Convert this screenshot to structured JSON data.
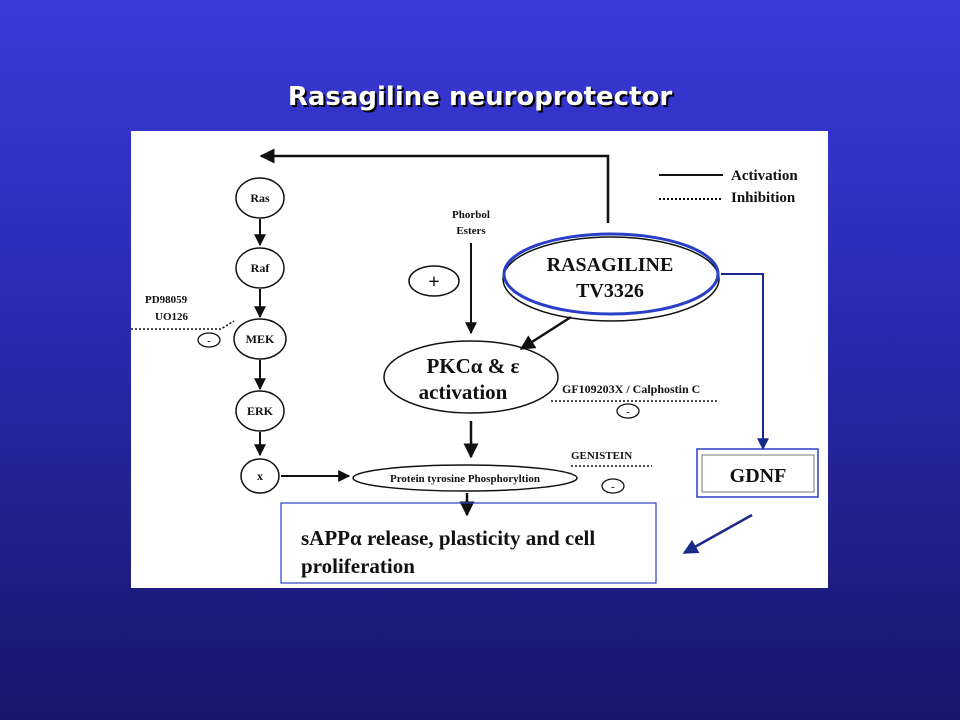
{
  "slide": {
    "title": "Rasagiline neuroprotector"
  },
  "legend": {
    "activation": "Activation",
    "inhibition": "Inhibition"
  },
  "mapk_nodes": [
    "Ras",
    "Raf",
    "MEK",
    "ERK",
    "x"
  ],
  "inhibitors": {
    "mek": [
      "PD98059",
      "UO126"
    ],
    "pkc": "GF109203X / Calphostin C",
    "ptp": "GENISTEIN"
  },
  "phorbol": [
    "Phorbol",
    "Esters"
  ],
  "rasagiline": [
    "RASAGILINE",
    "TV3326"
  ],
  "pkc": [
    "PKCα & ε",
    "activation"
  ],
  "protein_tyrosine": "Protein tyrosine Phosphoryltion",
  "gdnf": "GDNF",
  "outcome": [
    "sAPPα release, plasticity and cell",
    "proliferation"
  ],
  "symbols": {
    "plus": "+",
    "minus": "-"
  },
  "colors": {
    "highlight": "#2a3fc8",
    "arrow_to_outcome": "#1a2a8a"
  }
}
